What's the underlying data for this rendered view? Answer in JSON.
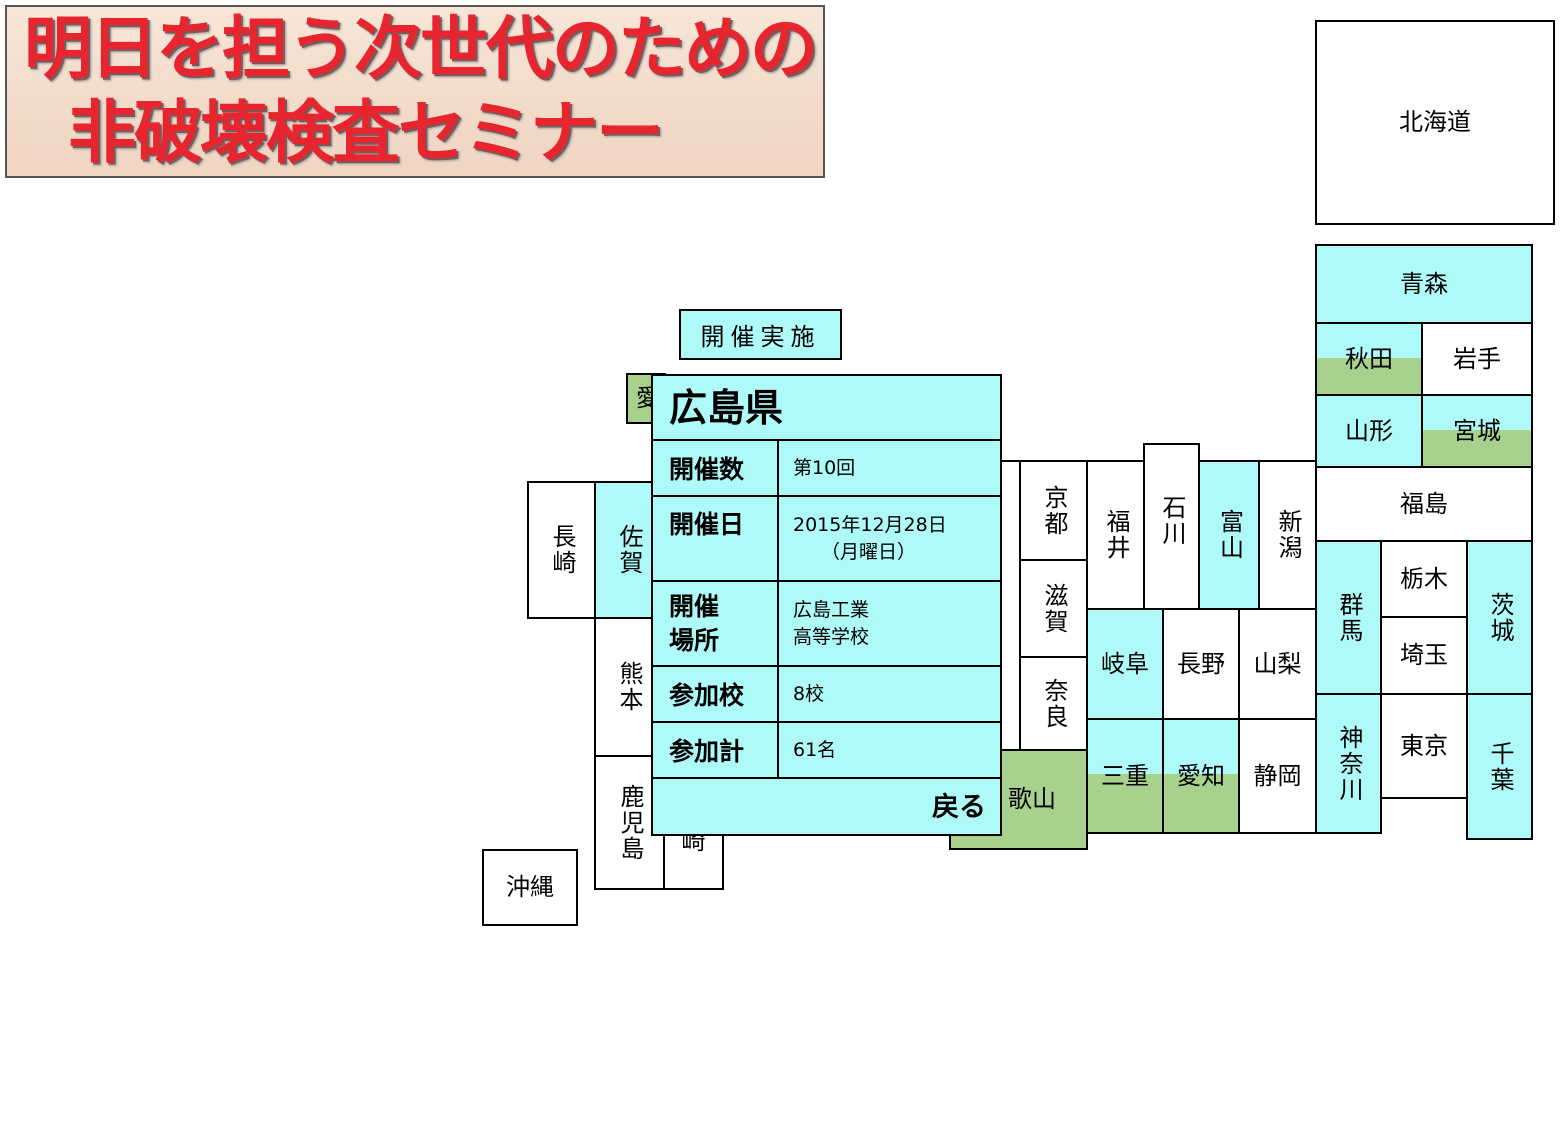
{
  "banner": {
    "line1": "明日を担う次世代のための",
    "line2": "非破壊検査セミナー"
  },
  "legend": {
    "label": "開催実施"
  },
  "colors": {
    "held": "#aefaf9",
    "partial": "#a9d18e",
    "none": "#ffffff"
  },
  "prefectures": {
    "hokkaido": "北海道",
    "aomori": "青森",
    "akita": "秋田",
    "iwate": "岩手",
    "yamagata": "山形",
    "miyagi": "宮城",
    "fukushima": "福島",
    "gunma": "群馬",
    "tochigi": "栃木",
    "ibaraki": "茨城",
    "saitama": "埼玉",
    "kanagawa": "神奈川",
    "tokyo": "東京",
    "chiba": "千葉",
    "niigata": "新潟",
    "toyama": "富山",
    "ishikawa": "石川",
    "fukui": "福井",
    "kyoto": "京都",
    "shiga": "滋賀",
    "nara": "奈良",
    "wakayama": "歌山",
    "gifu": "岐阜",
    "nagano": "長野",
    "yamanashi": "山梨",
    "mie": "三重",
    "aichi": "愛知",
    "shizuoka": "静岡",
    "nagasaki": "長崎",
    "saga": "佐賀",
    "kumamoto": "熊本",
    "kagoshima": "鹿児島",
    "okinawa": "沖縄",
    "miyazaki_partial": "崎",
    "hidden_partial": "愛"
  },
  "popup": {
    "title": "広島県",
    "rows": [
      {
        "key": "開催数",
        "value": "第10回"
      },
      {
        "key": "開催日",
        "value": "2015年12月28日",
        "value2": "（月曜日）"
      },
      {
        "key": "開催",
        "key2": "場所",
        "value": "広島工業",
        "value2": "高等学校"
      },
      {
        "key": "参加校",
        "value": "8校"
      },
      {
        "key": "参加計",
        "value": "61名"
      }
    ],
    "back": "戻る"
  }
}
